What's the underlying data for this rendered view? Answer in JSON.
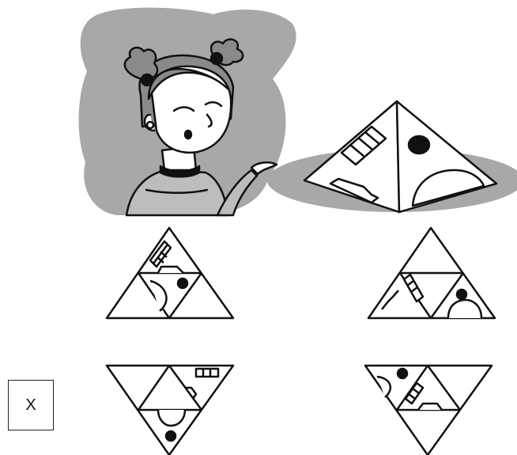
{
  "answer_box": {
    "mark": "X"
  },
  "options": [
    {
      "id": "a"
    },
    {
      "id": "b"
    },
    {
      "id": "c",
      "selected": true
    },
    {
      "id": "d"
    }
  ],
  "colors": {
    "ink": "#111111",
    "shadow": "#a8a8a8",
    "skin": "#ffffff"
  }
}
